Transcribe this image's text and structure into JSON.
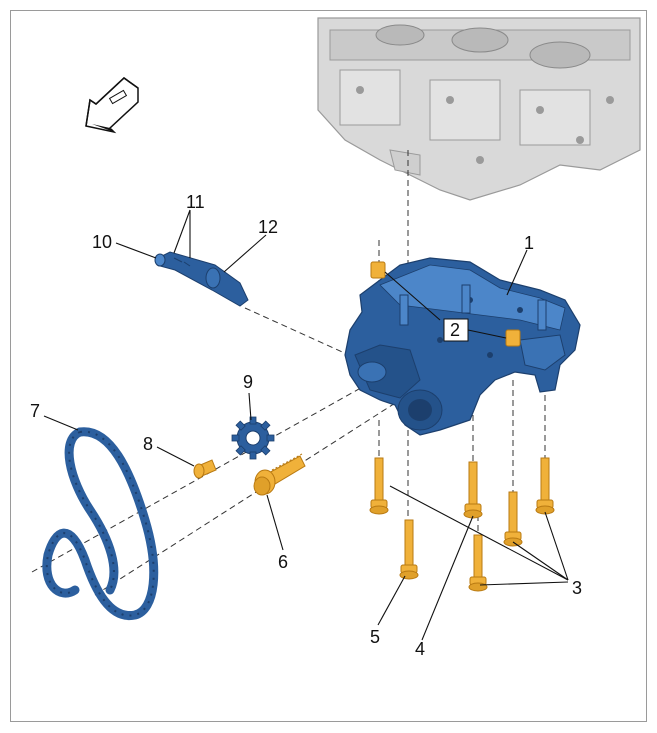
{
  "colors": {
    "pump_blue": "#2c5f9e",
    "pump_blue_light": "#4c86c9",
    "pump_blue_dark": "#1c3f6d",
    "bolt_orange": "#f0b13a",
    "bolt_orange_dark": "#b97a12",
    "block_grey": "#d9d9d9",
    "block_grey_dark": "#9a9a9a",
    "line": "#111111"
  },
  "icons": {
    "direction": "vehicle-direction-arrow-icon"
  },
  "callouts": [
    {
      "id": "1",
      "label": "1"
    },
    {
      "id": "2",
      "label": "2"
    },
    {
      "id": "3",
      "label": "3"
    },
    {
      "id": "4",
      "label": "4"
    },
    {
      "id": "5",
      "label": "5"
    },
    {
      "id": "6",
      "label": "6"
    },
    {
      "id": "7",
      "label": "7"
    },
    {
      "id": "8",
      "label": "8"
    },
    {
      "id": "9",
      "label": "9"
    },
    {
      "id": "10",
      "label": "10"
    },
    {
      "id": "11",
      "label": "11"
    },
    {
      "id": "12",
      "label": "12"
    }
  ]
}
